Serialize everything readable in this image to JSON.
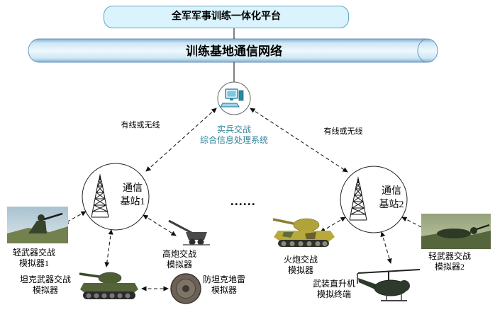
{
  "platform": {
    "title": "全军军事训练一体化平台"
  },
  "network": {
    "title": "训练基地通信网络"
  },
  "system": {
    "line1": "实兵交战",
    "line2": "综合信息处理系统"
  },
  "links": {
    "left": "有线或无线",
    "right": "有线或无线"
  },
  "station1": {
    "line1": "通信",
    "line2": "基站1"
  },
  "station2": {
    "line1": "通信",
    "line2": "基站2"
  },
  "ellipsis": "......",
  "sim": {
    "light1": {
      "line1": "轻武器交战",
      "line2": "模拟器1"
    },
    "aagun": {
      "line1": "高炮交战",
      "line2": "模拟器"
    },
    "tank": {
      "line1": "坦克武器交战",
      "line2": "模拟器"
    },
    "mine": {
      "line1": "防坦克地雷",
      "line2": "模拟器"
    },
    "artillery": {
      "line1": "火炮交战",
      "line2": "模拟器"
    },
    "light2": {
      "line1": "轻武器交战",
      "line2": "模拟器2"
    },
    "helicopter": {
      "line1": "武装直升机",
      "line2": "模拟终端"
    }
  },
  "icons": {
    "processor": "computer-icon",
    "base_station": "antenna-tower-icon"
  },
  "colors": {
    "platform_fill": "#dbf3fc",
    "platform_border": "#58a6c4",
    "cylinder_edge": "#6f93b4",
    "cylinder_light": "#eef8fd",
    "cylinder_dark": "#7fb2d4",
    "system_text": "#31849b",
    "line": "#1a1a1a"
  }
}
